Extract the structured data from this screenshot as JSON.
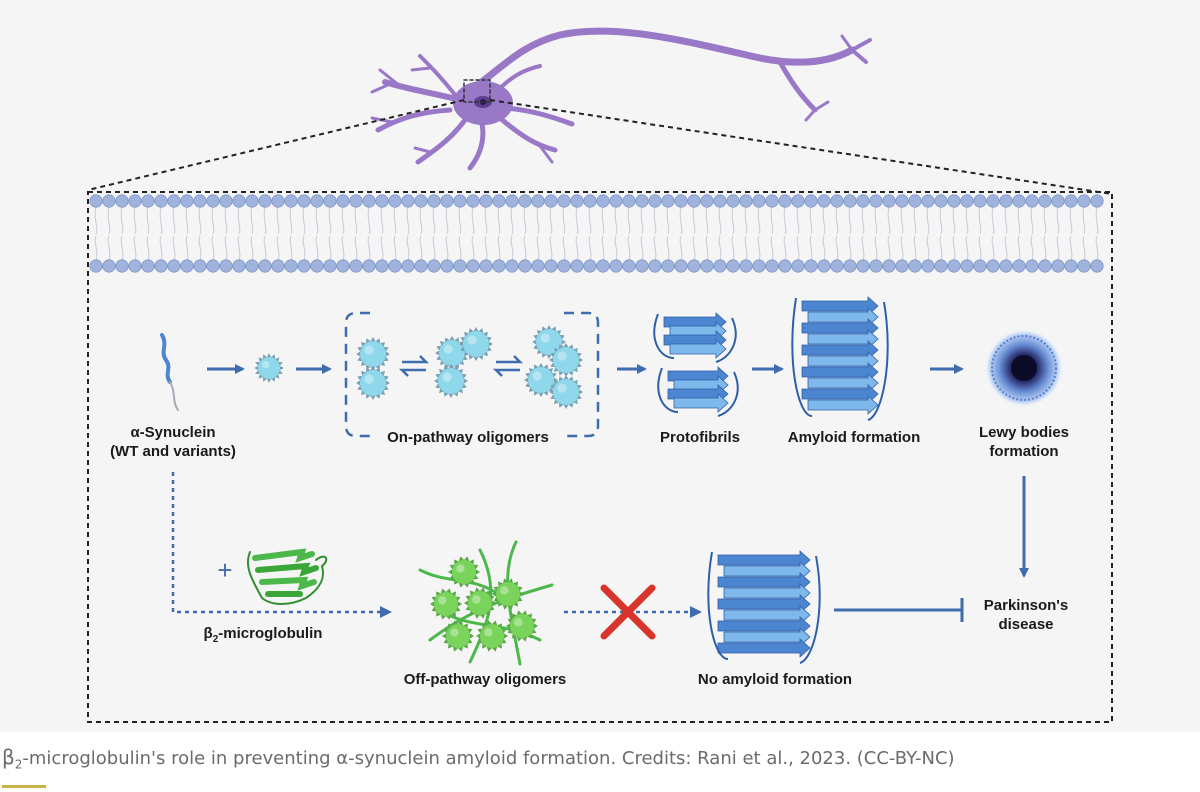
{
  "labels": {
    "alpha_synuclein": "α-Synuclein",
    "alpha_synuclein_sub": "(WT and variants)",
    "on_pathway": "On-pathway oligomers",
    "protofibrils": "Protofibrils",
    "amyloid_formation": "Amyloid formation",
    "lewy_bodies_1": "Lewy bodies",
    "lewy_bodies_2": "formation",
    "b2m_prefix": "β",
    "b2m_sub": "2",
    "b2m_suffix": "-microglobulin",
    "off_pathway": "Off-pathway oligomers",
    "no_amyloid": "No amyloid formation",
    "parkinsons_1": "Parkinson's",
    "parkinsons_2": "disease",
    "plus": "+"
  },
  "caption": {
    "prefix": "β",
    "sub": "2",
    "text": "-microglobulin's role in preventing α-synuclein amyloid formation. Credits: Rani et al., 2023. (CC-BY-NC)"
  },
  "colors": {
    "neuron": "#9a78c8",
    "membrane_bead": "#9fb3dc",
    "membrane_bead_stroke": "#7f96c8",
    "arrow": "#3f6cae",
    "oligomer": "#8fd8ec",
    "oligomer_spikes": "#7aa0b4",
    "sheet": "#4d86d0",
    "sheet_light": "#7fb8ea",
    "b2m_green": "#4cb84a",
    "off_green": "#7ad45c",
    "cross_red": "#d9342b",
    "lewy_dark": "#1a1a40"
  },
  "icons": [
    "neuron-illustration",
    "membrane-bilayer",
    "oligomer-sphere",
    "beta-sheet-fibril",
    "lewy-body",
    "inhibition-cross"
  ]
}
